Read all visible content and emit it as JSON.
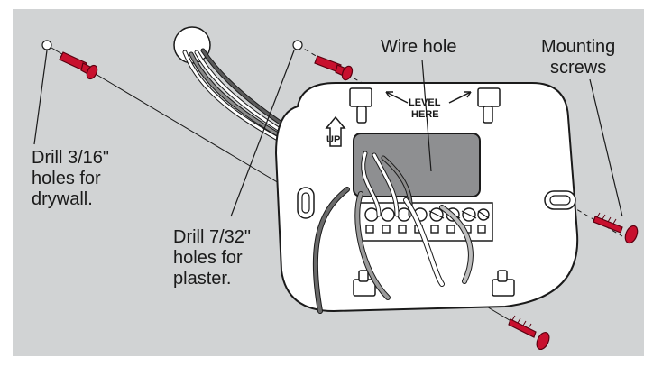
{
  "labels": {
    "wire_hole": "Wire hole",
    "mounting_screws_1": "Mounting",
    "mounting_screws_2": "screws",
    "drywall_1": "Drill 3/16\"",
    "drywall_2": "holes for",
    "drywall_3": "drywall.",
    "plaster_1": "Drill 7/32\"",
    "plaster_2": "holes for",
    "plaster_3": "plaster.",
    "level_1": "LEVEL",
    "level_2": "HERE",
    "up": "UP"
  },
  "colors": {
    "background": "#d1d3d4",
    "screw": "#c8102e",
    "plate": "#ffffff",
    "outline": "#1a1a1a"
  }
}
